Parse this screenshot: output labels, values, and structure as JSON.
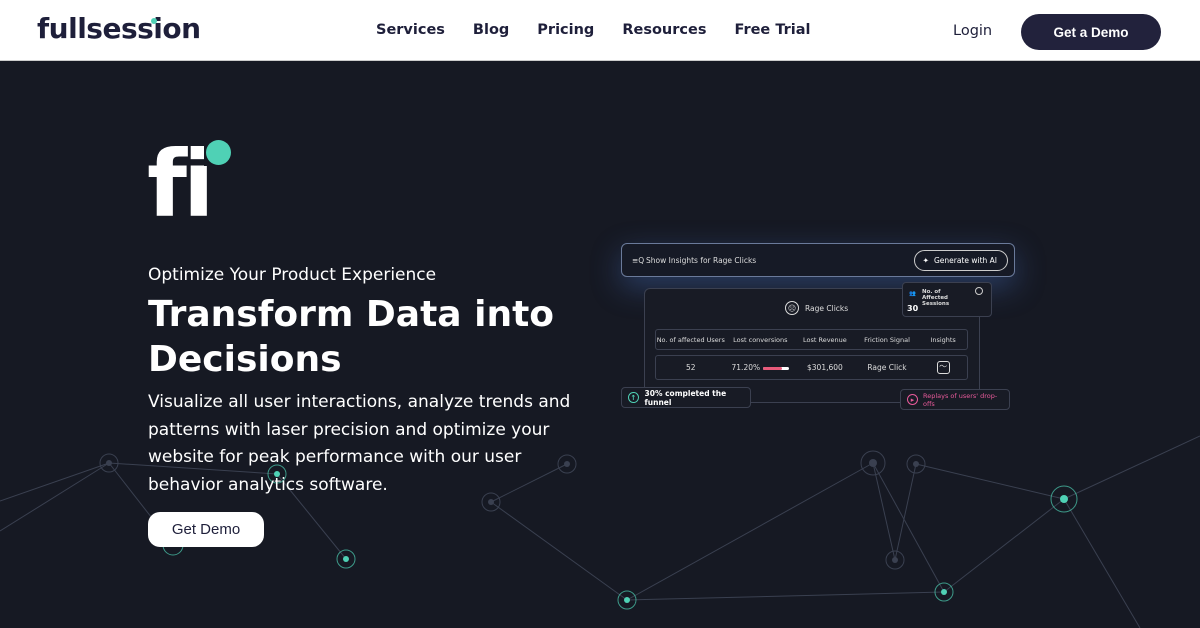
{
  "nav": {
    "logo": "fullsession",
    "menu": [
      "Services",
      "Blog",
      "Pricing",
      "Resources",
      "Free Trial"
    ],
    "login": "Login",
    "cta": "Get a Demo"
  },
  "hero": {
    "logo_mark": "fi",
    "kicker": "Optimize Your Product Experience",
    "title": "Transform Data into Decisions",
    "description": "Visualize all user interactions, analyze trends and patterns with laser precision and optimize your website for peak performance with our user behavior analytics software.",
    "cta": "Get Demo"
  },
  "mockup": {
    "search_text": "Show Insights  for Rage Clicks",
    "generate_label": "Generate with AI",
    "card_title": "Rage Clicks",
    "columns": [
      "No. of affected Users",
      "Lost conversions",
      "Lost Revenue",
      "Friction Signal",
      "Insights"
    ],
    "row": {
      "users": "52",
      "lost_conversions": "71.20%",
      "lost_revenue": "$301,600",
      "friction_signal": "Rage Click",
      "lost_conversions_fraction": 0.712
    },
    "sessions_label": "No. of Affected Sessions",
    "sessions_value": "30",
    "funnel_label": "30% completed the funnel",
    "replays_label": "Replays of users' drop-offs"
  },
  "colors": {
    "accent": "#4fd1b5",
    "brand_dark": "#1e1f3a",
    "hero_bg": "#161923",
    "pink": "#e85a7a"
  }
}
